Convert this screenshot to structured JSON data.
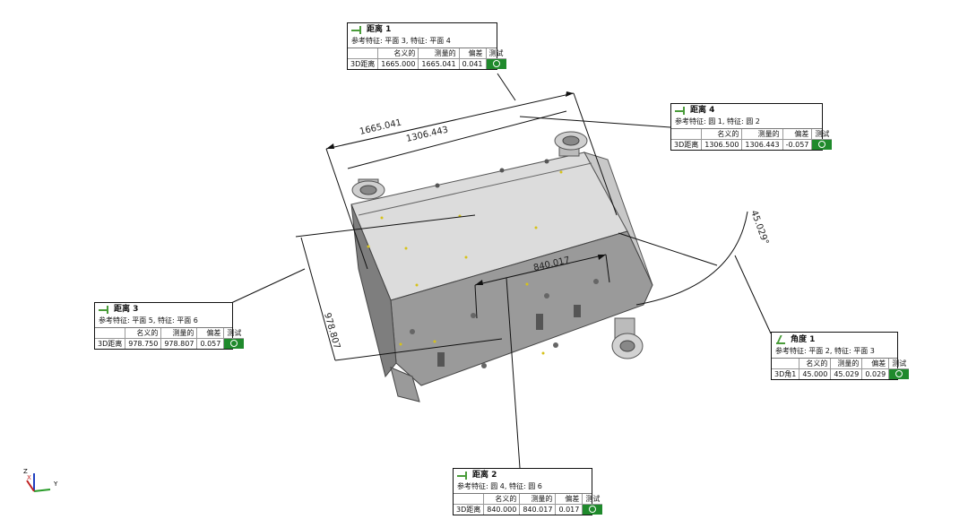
{
  "dimensions": {
    "d1": "1665.041",
    "d4": "1306.443",
    "d2": "840.017",
    "d3": "978.807",
    "a1": "45.029°"
  },
  "axes": {
    "z": "Z",
    "x": "X",
    "y": "Y"
  },
  "headers": {
    "nominal": "名义的",
    "measured": "测量的",
    "deviation": "偏差",
    "test": "测试"
  },
  "callouts": {
    "c1": {
      "title": "距离 1",
      "ref": "参考特征: 平面 3, 特征: 平面 4",
      "type": "3D距离",
      "nominal": "1665.000",
      "measured": "1665.041",
      "deviation": "0.041"
    },
    "c4": {
      "title": "距离 4",
      "ref": "参考特征: 圆 1, 特征: 圆 2",
      "type": "3D距离",
      "nominal": "1306.500",
      "measured": "1306.443",
      "deviation": "-0.057"
    },
    "c3": {
      "title": "距离 3",
      "ref": "参考特征: 平面 5, 特征: 平面 6",
      "type": "3D距离",
      "nominal": "978.750",
      "measured": "978.807",
      "deviation": "0.057"
    },
    "ca": {
      "title": "角度 1",
      "ref": "参考特征: 平面 2, 特征: 平面 3",
      "type": "3D角1",
      "nominal": "45.000",
      "measured": "45.029",
      "deviation": "0.029"
    },
    "c2": {
      "title": "距离 2",
      "ref": "参考特征: 圆 4, 特征: 圆 6",
      "type": "3D距离",
      "nominal": "840.000",
      "measured": "840.017",
      "deviation": "0.017"
    }
  },
  "colors": {
    "pass": "#1f8a2c",
    "icon": "#4a9c3a",
    "point": "#d6c21a"
  }
}
